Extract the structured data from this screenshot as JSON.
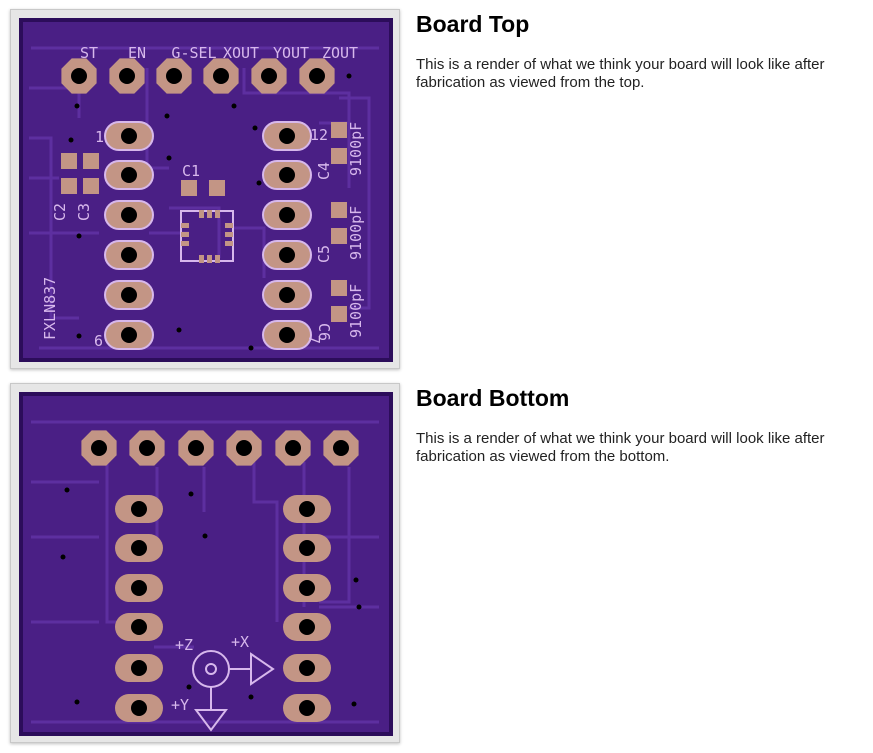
{
  "colors": {
    "board": "#4a1f85",
    "board_edge": "#2c0d5a",
    "trace": "#5d2fa0",
    "copper": "#c39585",
    "silkscreen": "#d7b8ec",
    "hole": "#000000"
  },
  "board_top": {
    "heading": "Board Top",
    "description": "This is a render of what we think your board will look like after fabrication as viewed from the top.",
    "header_labels": [
      "ST",
      "EN",
      "G-SEL",
      "XOUT",
      "YOUT",
      "ZOUT"
    ],
    "pin_labels": {
      "pin1": "1",
      "pin6": "6",
      "pin12": "12",
      "pin7": "7"
    },
    "part_name": "FXLN837",
    "components": {
      "c1": "C1",
      "c2": "C2",
      "c3": "C3",
      "c4": "C4",
      "c5": "C5",
      "c6": "C6"
    },
    "capacitor_values": {
      "c4": "9100pF",
      "c5": "9100pF",
      "c6": "9100pF"
    }
  },
  "board_bottom": {
    "heading": "Board Bottom",
    "description": "This is a render of what we think your board will look like after fabrication as viewed from the bottom.",
    "axis_labels": {
      "z": "+Z",
      "x": "+X",
      "y": "+Y"
    }
  }
}
